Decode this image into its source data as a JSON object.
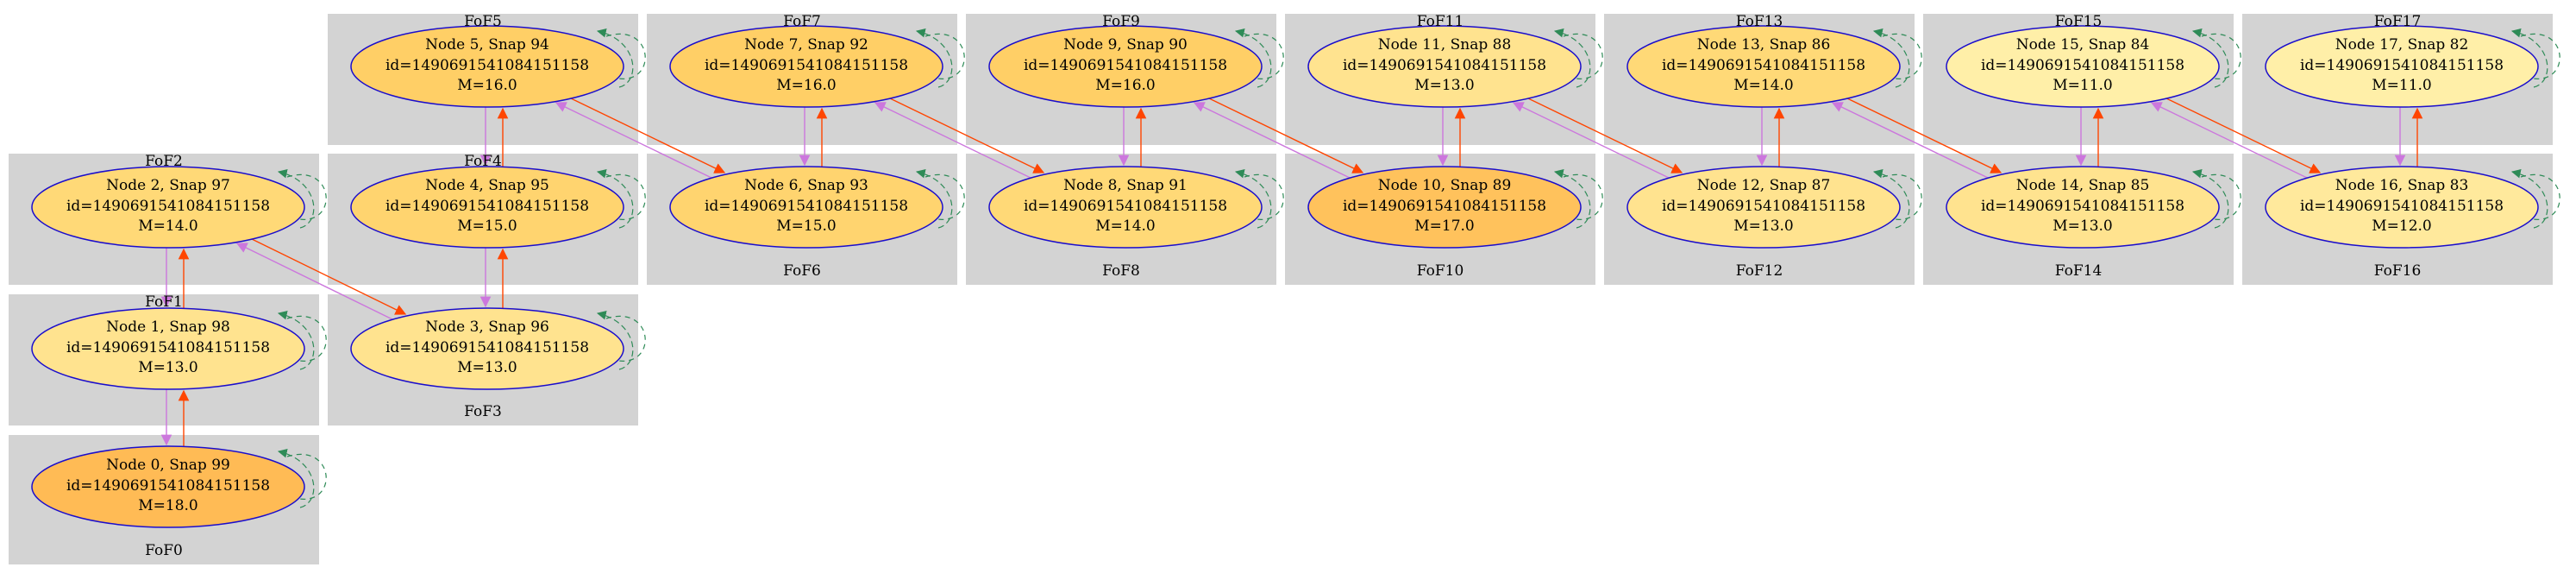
{
  "nodes": [
    {
      "title": "Node 0, Snap 99",
      "id": "id=1490691541084151158",
      "mass": "M=18.0",
      "fill": "#ffbb55"
    },
    {
      "title": "Node 1, Snap 98",
      "id": "id=1490691541084151158",
      "mass": "M=13.0",
      "fill": "#ffe38f"
    },
    {
      "title": "Node 2, Snap 97",
      "id": "id=1490691541084151158",
      "mass": "M=14.0",
      "fill": "#ffd977"
    },
    {
      "title": "Node 3, Snap 96",
      "id": "id=1490691541084151158",
      "mass": "M=13.0",
      "fill": "#ffe38f"
    },
    {
      "title": "Node 4, Snap 95",
      "id": "id=1490691541084151158",
      "mass": "M=15.0",
      "fill": "#ffd46f"
    },
    {
      "title": "Node 5, Snap 94",
      "id": "id=1490691541084151158",
      "mass": "M=16.0",
      "fill": "#ffcf66"
    },
    {
      "title": "Node 6, Snap 93",
      "id": "id=1490691541084151158",
      "mass": "M=15.0",
      "fill": "#ffd46f"
    },
    {
      "title": "Node 7, Snap 92",
      "id": "id=1490691541084151158",
      "mass": "M=16.0",
      "fill": "#ffcf66"
    },
    {
      "title": "Node 8, Snap 91",
      "id": "id=1490691541084151158",
      "mass": "M=14.0",
      "fill": "#ffd977"
    },
    {
      "title": "Node 9, Snap 90",
      "id": "id=1490691541084151158",
      "mass": "M=16.0",
      "fill": "#ffcf66"
    },
    {
      "title": "Node 10, Snap 89",
      "id": "id=1490691541084151158",
      "mass": "M=17.0",
      "fill": "#ffc25c"
    },
    {
      "title": "Node 11, Snap 88",
      "id": "id=1490691541084151158",
      "mass": "M=13.0",
      "fill": "#ffe38f"
    },
    {
      "title": "Node 12, Snap 87",
      "id": "id=1490691541084151158",
      "mass": "M=13.0",
      "fill": "#ffe38f"
    },
    {
      "title": "Node 13, Snap 86",
      "id": "id=1490691541084151158",
      "mass": "M=14.0",
      "fill": "#ffd977"
    },
    {
      "title": "Node 14, Snap 85",
      "id": "id=1490691541084151158",
      "mass": "M=13.0",
      "fill": "#ffe38f"
    },
    {
      "title": "Node 15, Snap 84",
      "id": "id=1490691541084151158",
      "mass": "M=11.0",
      "fill": "#ffefa8"
    },
    {
      "title": "Node 16, Snap 83",
      "id": "id=1490691541084151158",
      "mass": "M=12.0",
      "fill": "#ffe99c"
    },
    {
      "title": "Node 17, Snap 82",
      "id": "id=1490691541084151158",
      "mass": "M=11.0",
      "fill": "#ffefa8"
    }
  ],
  "groups": [
    "FoF0",
    "FoF1",
    "FoF2",
    "FoF3",
    "FoF4",
    "FoF5",
    "FoF6",
    "FoF7",
    "FoF8",
    "FoF9",
    "FoF10",
    "FoF11",
    "FoF12",
    "FoF13",
    "FoF14",
    "FoF15",
    "FoF16",
    "FoF17"
  ],
  "colors": {
    "cluster_bg": "#d3d3d3",
    "node_stroke": "#1a0dcc",
    "progenitor_edge": "#ff4500",
    "descendant_edge": "#cc77dd",
    "self_loop_solid": "#2e8b57",
    "self_loop_dashed": "#2e8b57"
  }
}
